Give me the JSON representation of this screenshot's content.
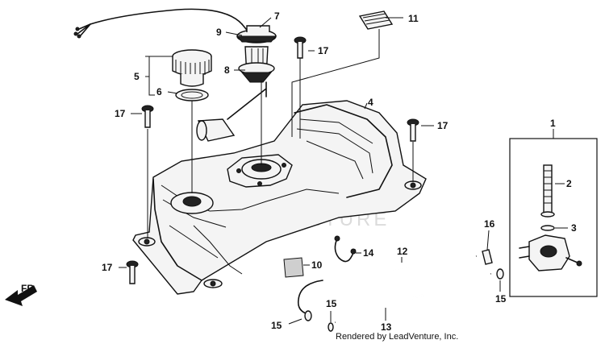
{
  "callouts": {
    "p1": "1",
    "p2": "2",
    "p3": "3",
    "p4": "4",
    "p5": "5",
    "p6": "6",
    "p7": "7",
    "p8": "8",
    "p9": "9",
    "p10": "10",
    "p11": "11",
    "p12": "12",
    "p13": "13",
    "p14": "14",
    "p15a": "15",
    "p15b": "15",
    "p15c": "15",
    "p16": "16",
    "p17a": "17",
    "p17b": "17",
    "p17c": "17",
    "p17d": "17"
  },
  "direction_label": "FR.",
  "watermark": "LEADVENTURE",
  "credit": "Rendered by LeadVenture, Inc."
}
